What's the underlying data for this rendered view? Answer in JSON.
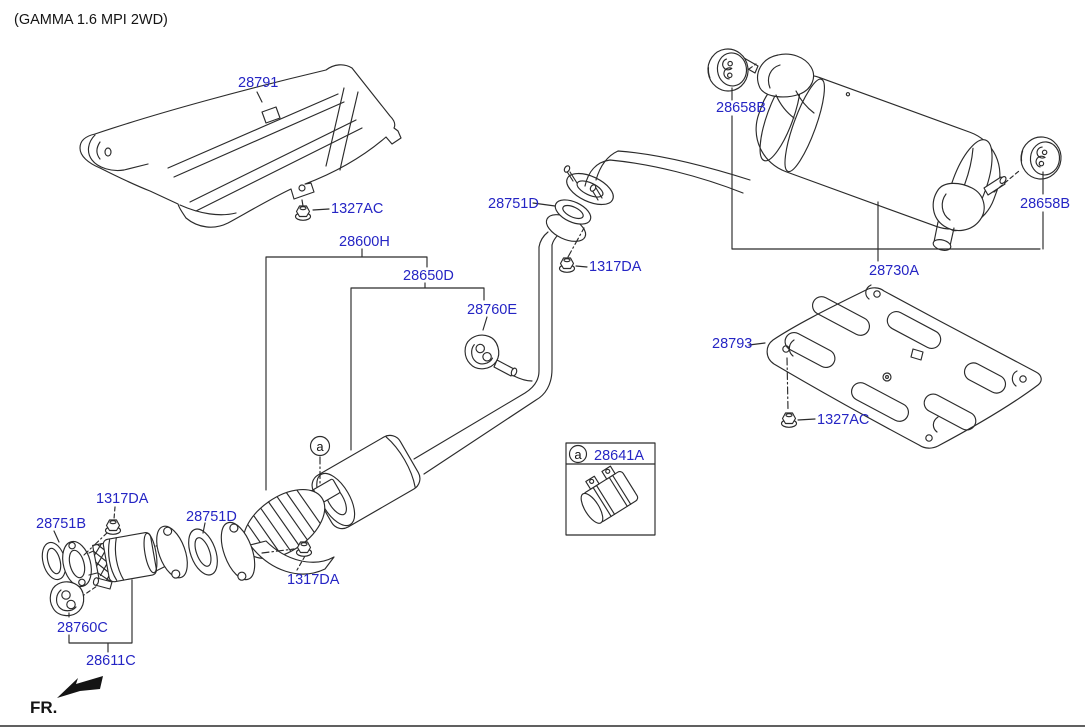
{
  "title": "(GAMMA 1.6 MPI 2WD)",
  "direction_label": "FR.",
  "marker_a": "a",
  "colors": {
    "label_blue": "#2525c4",
    "line": "#2b2b2b",
    "text_black": "#141414",
    "background": "#ffffff"
  },
  "callouts": [
    {
      "id": "front-heat-shield",
      "part": "28791"
    },
    {
      "id": "front-shield-nut",
      "part": "1327AC"
    },
    {
      "id": "center-exhaust-assy",
      "part": "28600H"
    },
    {
      "id": "center-muffler",
      "part": "28650D"
    },
    {
      "id": "center-hanger-rubber",
      "part": "28760E"
    },
    {
      "id": "center-upper-gasket",
      "part": "28751D"
    },
    {
      "id": "center-upper-nut",
      "part": "1317DA"
    },
    {
      "id": "rear-muffler-front-hanger",
      "part": "28658B"
    },
    {
      "id": "rear-muffler-rear-hanger",
      "part": "28658B"
    },
    {
      "id": "rear-muffler-assy",
      "part": "28730A"
    },
    {
      "id": "rear-heat-shield",
      "part": "28793"
    },
    {
      "id": "rear-shield-nut",
      "part": "1327AC"
    },
    {
      "id": "clamp-detail",
      "part": "28641A"
    },
    {
      "id": "front-pipe-gasket",
      "part": "28751B"
    },
    {
      "id": "front-upper-nut",
      "part": "1317DA"
    },
    {
      "id": "front-lower-gasket",
      "part": "28751D"
    },
    {
      "id": "front-lower-nut",
      "part": "1317DA"
    },
    {
      "id": "front-hanger-rubber",
      "part": "28760C"
    },
    {
      "id": "front-pipe-assy",
      "part": "28611C"
    }
  ]
}
